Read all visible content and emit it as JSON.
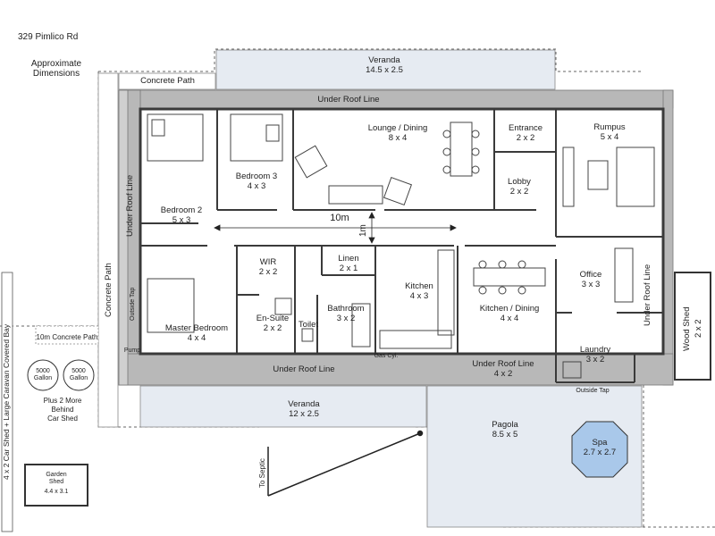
{
  "header": {
    "address": "329 Pimlico Rd",
    "note": "Approximate\nDimensions"
  },
  "rooms": {
    "veranda_top": {
      "name": "Veranda",
      "size": "14.5 x 2.5"
    },
    "concrete_path_top": "Concrete Path",
    "under_roof_top": "Under Roof Line",
    "bedroom2": {
      "name": "Bedroom 2",
      "size": "5 x 3"
    },
    "bedroom3": {
      "name": "Bedroom 3",
      "size": "4 x 3"
    },
    "lounge": {
      "name": "Lounge / Dining",
      "size": "8 x 4"
    },
    "entrance": {
      "name": "Entrance",
      "size": "2 x 2"
    },
    "lobby": {
      "name": "Lobby",
      "size": "2 x 2"
    },
    "rumpus": {
      "name": "Rumpus",
      "size": "5 x 4"
    },
    "dim_10m": "10m",
    "dim_1m": "1m",
    "wir": {
      "name": "WIR",
      "size": "2 x 2"
    },
    "linen": {
      "name": "Linen",
      "size": "2 x 1"
    },
    "kitchen": {
      "name": "Kitchen",
      "size": "4 x 3"
    },
    "office": {
      "name": "Office",
      "size": "3 x 3"
    },
    "master": {
      "name": "Master Bedroom",
      "size": "4 x 4"
    },
    "ensuite": {
      "name": "En-Suite",
      "size": "2 x 2"
    },
    "toilet": "Toilet",
    "bathroom": {
      "name": "Bathroom",
      "size": "3 x 2"
    },
    "kitchen_dining": {
      "name": "Kitchen / Dining",
      "size": "4 x 4"
    },
    "laundry": {
      "name": "Laundry",
      "size": "3 x 2"
    },
    "under_roof_bottom": "Under Roof Line",
    "under_roof_bottom_right": {
      "name": "Under Roof Line",
      "size": "4 x 2"
    },
    "under_roof_left": "Under Roof Line",
    "under_roof_right": "Under Roof Line",
    "concrete_path_left": "Concrete Path",
    "concrete_path_10m": "10m Concrete Path",
    "veranda_bottom": {
      "name": "Veranda",
      "size": "12 x 2.5"
    },
    "pagola": {
      "name": "Pagola",
      "size": "8.5 x 5"
    },
    "spa": {
      "name": "Spa",
      "size": "2.7 x 2.7"
    },
    "wood_shed": {
      "name": "Wood Shed",
      "size": "2 x 2"
    },
    "tank1": {
      "label": "5000\nGallon"
    },
    "tank2": {
      "label": "5000\nGallon"
    },
    "tanks_note": "Plus 2 More\nBehind\nCar Shed",
    "car_shed": "4 x 2 Car Shed + Large Caravan Covered Bay",
    "garden_shed": {
      "name": "Garden\nShed",
      "size": "4.4 x 3.1"
    },
    "to_septic": "To Septic",
    "outside_tap_left": "Outside Tap",
    "outside_tap_right": "Outside Tap",
    "pump": "Pump",
    "gas_cyl": "Gas Cyl."
  },
  "colors": {
    "veranda": "#e6ebf2",
    "path_grey": "#b8b8b8",
    "wall": "#3a3a3a",
    "outline": "#555555",
    "spa": "#a9c8ea"
  }
}
